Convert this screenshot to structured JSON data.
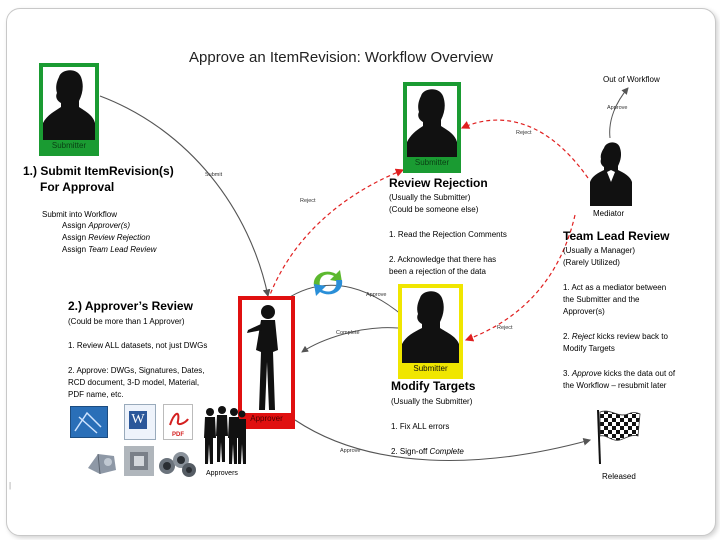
{
  "title": "Approve an ItemRevision: Workflow Overview",
  "submitter": {
    "caption": "Submitter",
    "heading_line1": "1.) Submit ItemRevision(s)",
    "heading_line2": "For Approval",
    "intro": "Submit into Workflow",
    "assign_prefix": "Assign",
    "assign_items": [
      "Approver(s)",
      "Review Rejection",
      "Team Lead Review"
    ]
  },
  "approver": {
    "caption": "Approver",
    "heading": "2.) Approver’s Review",
    "note": "(Could be more than 1 Approver)",
    "step1": "1. Review ALL datasets, not just DWGs",
    "step2_line1": "2. Approve: DWGs, Signatures, Dates,",
    "step2_line2": "RCD document, 3-D model, Material,",
    "step2_line3": "PDF name, etc.",
    "group_caption": "Approvers",
    "pdf_label": "PDF"
  },
  "review_rejection": {
    "caption": "Submitter",
    "heading": "Review Rejection",
    "note1": "(Usually the Submitter)",
    "note2": "(Could be someone else)",
    "step1": "1. Read the Rejection Comments",
    "step2_line1": "2. Acknowledge that there has",
    "step2_line2": "been a rejection of the data"
  },
  "modify_targets": {
    "caption": "Submitter",
    "heading": "Modify Targets",
    "note": "(Usually the Submitter)",
    "step1": "1. Fix ALL errors",
    "step2_prefix": "2. Sign-off ",
    "step2_em": "Complete"
  },
  "team_lead": {
    "caption": "Mediator",
    "heading": "Team Lead Review",
    "note1": "(Usually a Manager)",
    "note2": "(Rarely Utilized)",
    "step1_line1": "1. Act as a mediator between",
    "step1_line2": "the Submitter and the",
    "step1_line3": "Approver(s)",
    "step2_line1_em": "Reject",
    "step2_line1_rest": " kicks review back to",
    "step2_line2": "Modify Targets",
    "step2_prefix": "2. ",
    "step3_prefix": "3. ",
    "step3_line1_em": "Approve",
    "step3_line1_rest": " kicks the data out of",
    "step3_line2": "the Workflow – resubmit later"
  },
  "out_of_workflow": "Out of Workflow",
  "released": "Released",
  "edge_labels": {
    "submit": "Submit",
    "reject_left": "Reject",
    "approve_mid": "Approve",
    "complete": "Complete",
    "reject_top": "Reject",
    "reject_right": "Reject",
    "approve_top": "Approve",
    "approve_bottom": "Approve"
  },
  "footer_mark": "|",
  "colors": {
    "submitter_frame": "#1a9b32",
    "approver_frame": "#e01010",
    "modify_frame": "#f0e600",
    "reject_arrow": "#e02020",
    "flow_arrow": "#555555",
    "cycle_green": "#5cb82e",
    "cycle_blue": "#2a8fd8"
  }
}
